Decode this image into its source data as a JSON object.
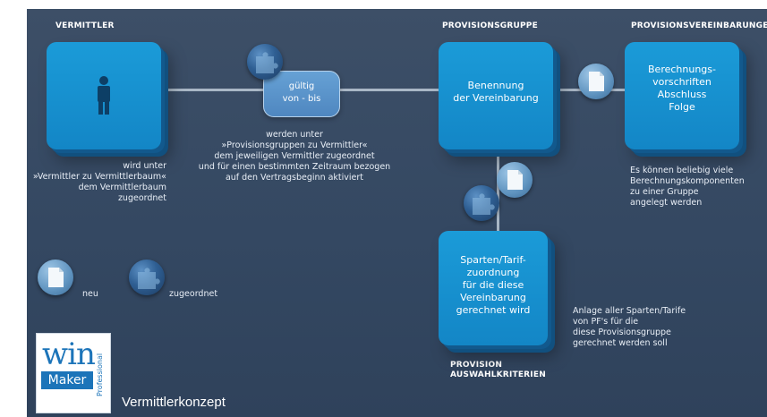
{
  "headers": {
    "vermittler": "VERMITTLER",
    "provisionsgruppe": "PROVISIONSGRUPPE",
    "provisionsvereinbarungen": "PROVISIONSVEREINBARUNGEN",
    "provision_auswahlkriterien": "PROVISION\nAUSWAHLKRITERIEN"
  },
  "boxes": {
    "benennung": "Benennung\nder Vereinbarung",
    "berechnung": "Berechnungs-\nvorschriften\nAbschluss\nFolge",
    "sparten": "Sparten/Tarif-\nzuordnung\nfür die diese\nVereinbarung\ngerechnet wird"
  },
  "pill": "gültig\nvon - bis",
  "texts": {
    "wird_unter": "wird unter\n»Vermittler zu Vermittlerbaum«\ndem Vermittlerbaum\nzugeordnet",
    "werden_unter": "werden unter\n»Provisionsgruppen zu Vermittler«\ndem jeweiligen Vermittler zugeordnet\nund für einen bestimmten Zeitraum bezogen\nauf den Vertragsbeginn aktiviert",
    "es_koennen": "Es können beliebig viele\nBerechnungskomponenten\nzu einer Gruppe\nangelegt werden",
    "anlage_aller": "Anlage aller Sparten/Tarife\nvon PF's für die\ndiese Provisionsgruppe\ngerechnet werden soll"
  },
  "legend": {
    "neu": "neu",
    "zugeordnet": "zugeordnet"
  },
  "logo": {
    "line1": "win",
    "line2": "Maker",
    "vertical": "Professional"
  },
  "footer_title": "Vermittlerkonzept",
  "colors": {
    "background": "#344862",
    "box": "#1b8fd0",
    "connector": "#a9b7c6",
    "logo_blue": "#1c74b9"
  }
}
